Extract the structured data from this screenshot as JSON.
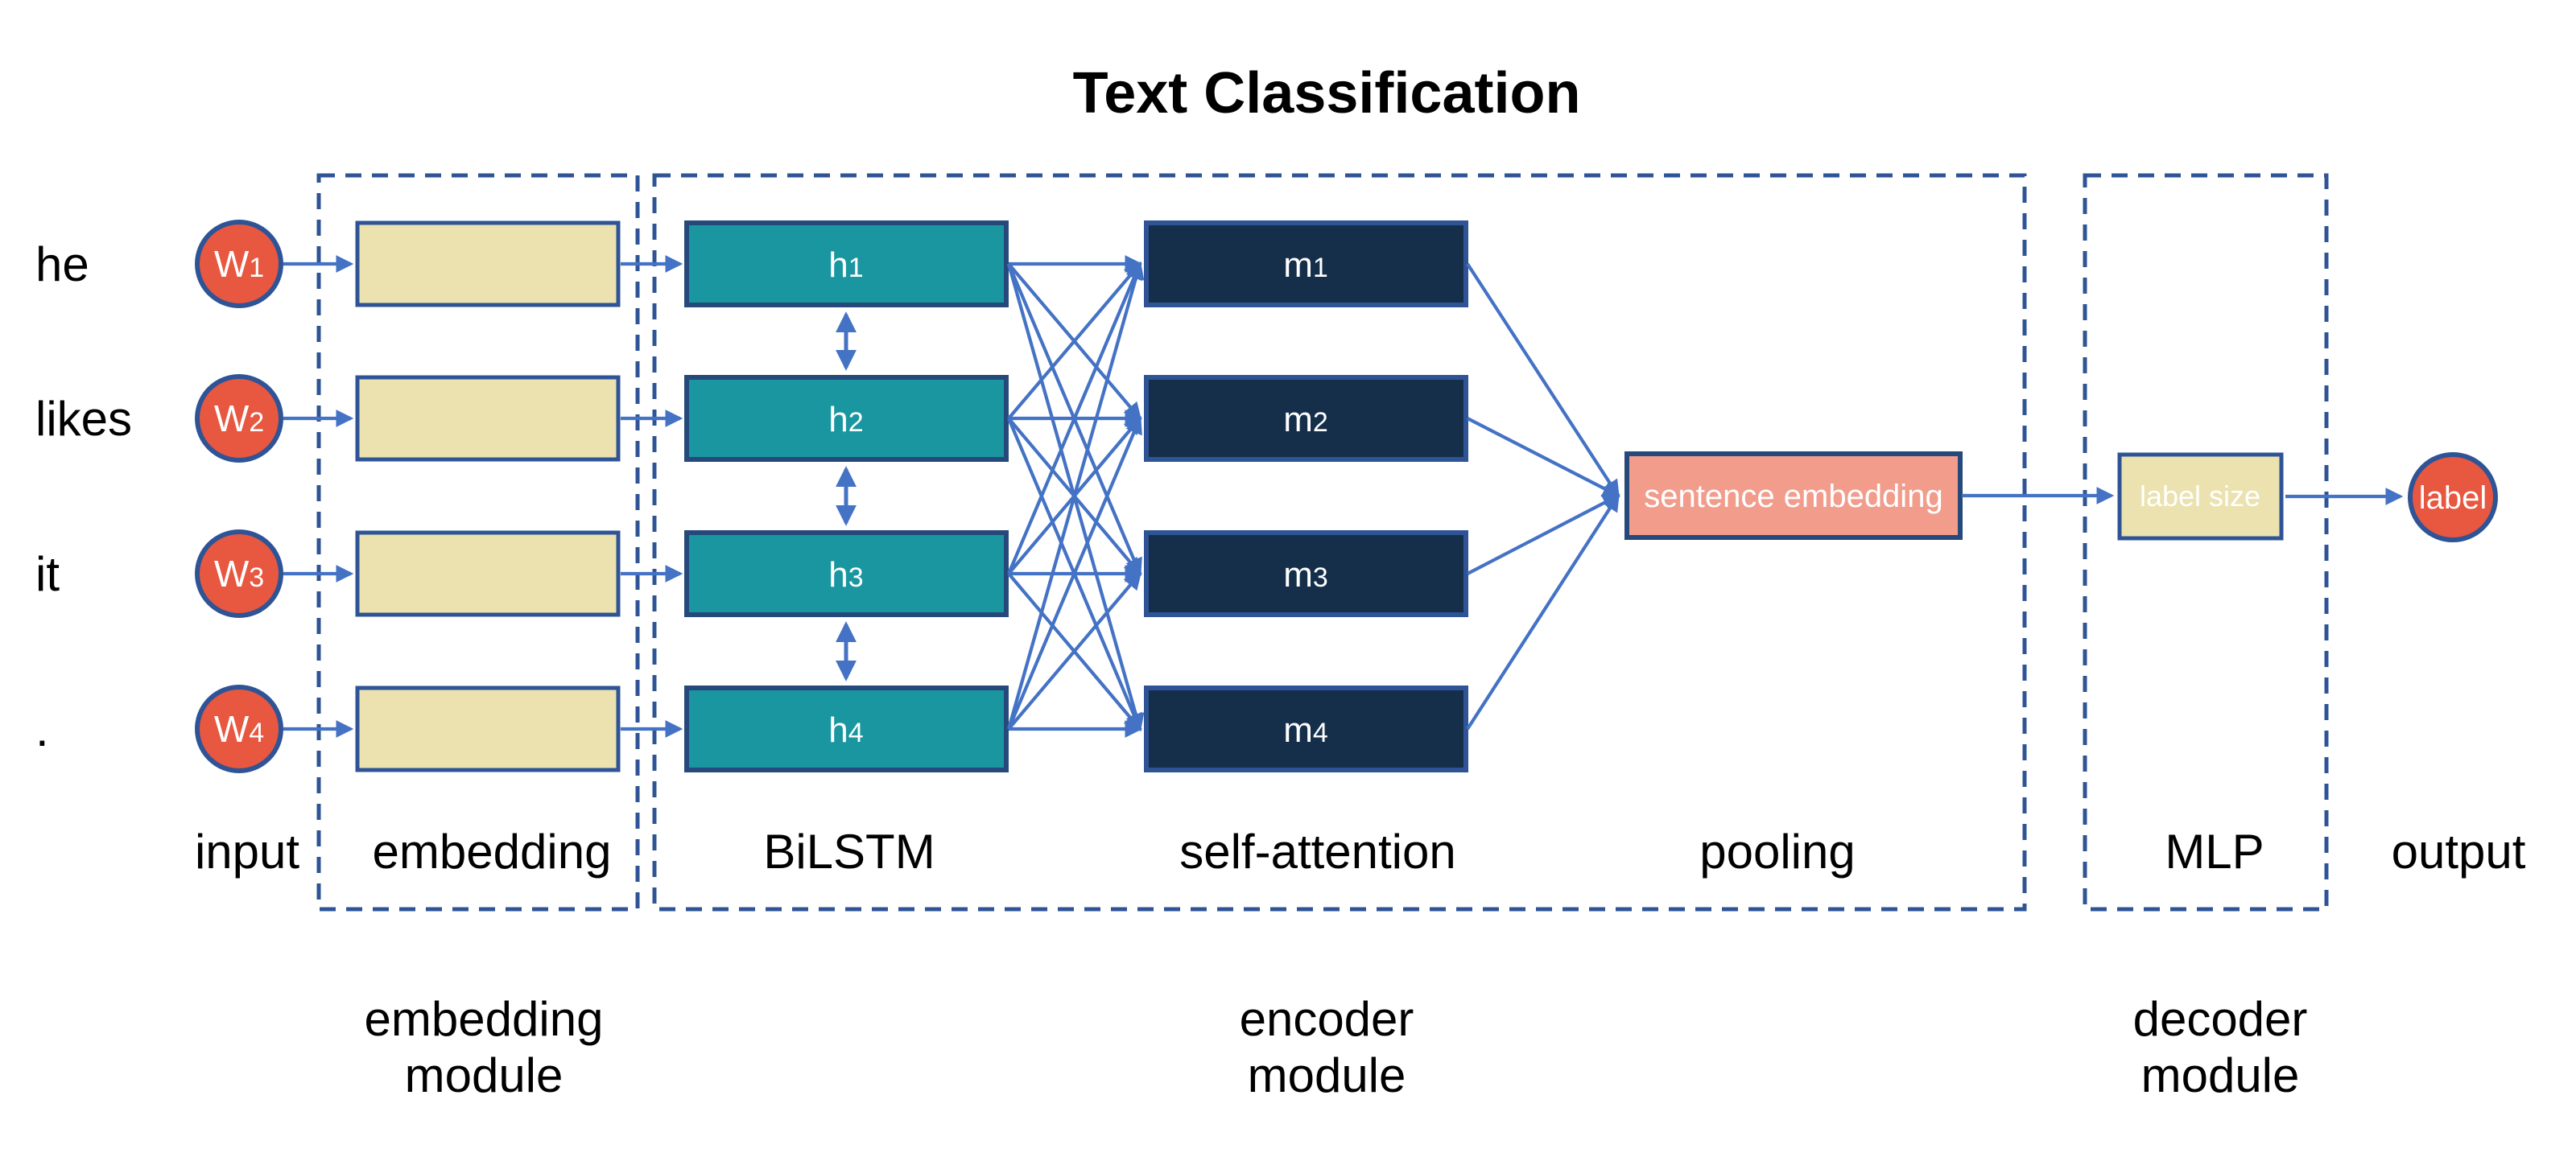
{
  "title": "Text Classification",
  "colors": {
    "arrow": "#4472C4",
    "outline": "#2F5496",
    "outline_dark": "#25497A",
    "node_red": "#E8573F",
    "box_tan": "#EBE2AF",
    "box_teal": "#1A96A0",
    "box_navy": "#152F4B",
    "box_salmon": "#F29C8C",
    "text_black": "#000000",
    "text_white": "#FFFFFF"
  },
  "inputs": [
    {
      "word": "he",
      "node": "W",
      "sub": "1"
    },
    {
      "word": "likes",
      "node": "W",
      "sub": "2"
    },
    {
      "word": "it",
      "node": "W",
      "sub": "3"
    },
    {
      "word": ".",
      "node": "W",
      "sub": "4"
    }
  ],
  "encoder": {
    "bilstm": [
      {
        "base": "h",
        "sub": "1"
      },
      {
        "base": "h",
        "sub": "2"
      },
      {
        "base": "h",
        "sub": "3"
      },
      {
        "base": "h",
        "sub": "4"
      }
    ],
    "attention": [
      {
        "base": "m",
        "sub": "1"
      },
      {
        "base": "m",
        "sub": "2"
      },
      {
        "base": "m",
        "sub": "3"
      },
      {
        "base": "m",
        "sub": "4"
      }
    ],
    "pooling_box": "sentence embedding"
  },
  "decoder": {
    "mlp_box": "label size"
  },
  "output_node": "label",
  "stages": {
    "input": "input",
    "embedding": "embedding",
    "bilstm": "BiLSTM",
    "attention": "self-attention",
    "pooling": "pooling",
    "mlp": "MLP",
    "output": "output"
  },
  "modules": {
    "embedding": {
      "line1": "embedding",
      "line2": "module"
    },
    "encoder": {
      "line1": "encoder",
      "line2": "module"
    },
    "decoder": {
      "line1": "decoder",
      "line2": "module"
    }
  }
}
